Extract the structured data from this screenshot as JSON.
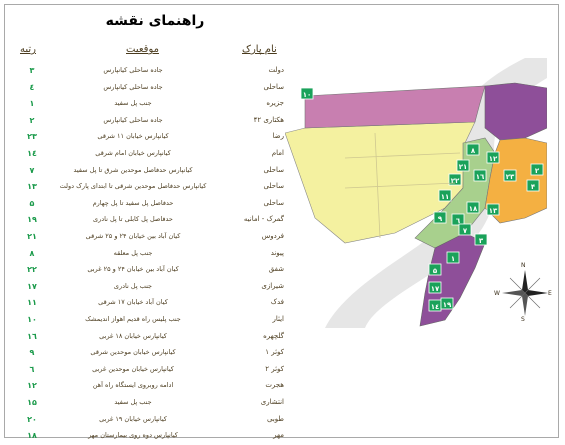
{
  "title": "راهنمای نقشه",
  "headers": {
    "rank": "رتبه",
    "location": "موقعیت",
    "park": "نام پارک"
  },
  "rows": [
    {
      "rank": "۳",
      "location": "جاده ساحلی کیانپارس",
      "park": "دولت"
    },
    {
      "rank": "٤",
      "location": "جاده ساحلی کیانپارس",
      "park": "ساحلی"
    },
    {
      "rank": "۱",
      "location": "جنب پل سفید",
      "park": "جزیره"
    },
    {
      "rank": "۲",
      "location": "جاده ساحلی کیانپارس",
      "park": "۴۲ هکتاری"
    },
    {
      "rank": "۲۳",
      "location": "کیانپارس خیابان ۱۱ شرقی",
      "park": "رضا"
    },
    {
      "rank": "۱٤",
      "location": "کیانپارس خیابان امام شرقی",
      "park": "امام"
    },
    {
      "rank": "۷",
      "location": "کیانپارس حدفاصل موحدین شرق تا پل سفید",
      "park": "ساحلی"
    },
    {
      "rank": "۱۳",
      "location": "کیانپارس حدفاصل موحدین شرقی تا ابتدای پارک دولت",
      "park": "ساحلی"
    },
    {
      "rank": "۵",
      "location": "حدفاصل پل سفید تا پل چهارم",
      "park": "ساحلی"
    },
    {
      "rank": "۱۹",
      "location": "حدفاصل پل کابلی تا پل نادری",
      "park": "گمرک - امانیه"
    },
    {
      "rank": "۲۱",
      "location": "کیان آباد بین خیابان ۲۴ و ۲۵ شرقی",
      "park": "فردوس"
    },
    {
      "rank": "۸",
      "location": "جنب پل معلقه",
      "park": "پیوند"
    },
    {
      "rank": "۲۲",
      "location": "کیان آباد بین خیابان ۲۴ و ۲۵ غربی",
      "park": "شفق"
    },
    {
      "rank": "۱۷",
      "location": "جنب پل نادری",
      "park": "شیرازی"
    },
    {
      "rank": "۱۱",
      "location": "کیان آباد خیابان ۱۷ شرقی",
      "park": "فدک"
    },
    {
      "rank": "۱۰",
      "location": "جنب پلیس راه قدیم اهواز اندیمشک",
      "park": "ایثار"
    },
    {
      "rank": "۱٦",
      "location": "کیانپارس خیابان ۱۸ غربی",
      "park": "گلچهره"
    },
    {
      "rank": "۹",
      "location": "کیانپارس خیابان موحدین شرقی",
      "park": "کوثر ۱"
    },
    {
      "rank": "٦",
      "location": "کیانپارس خیابان موحدین غربی",
      "park": "کوثر ۲"
    },
    {
      "rank": "۱۲",
      "location": "ادامه روبروی ایستگاه راه آهن",
      "park": "هجرت"
    },
    {
      "rank": "۱۵",
      "location": "جنب پل سفید",
      "park": "انتشاری"
    },
    {
      "rank": "۲۰",
      "location": "کیانپارس خیابان ۱۹ غربی",
      "park": "طوبی"
    },
    {
      "rank": "۱۸",
      "location": "کیانپارس دوه روی بیمارستان مهر",
      "park": "مهر"
    }
  ],
  "map": {
    "labels": [
      "۱۰",
      "۸",
      "۲۱",
      "۲۲",
      "۱۲",
      "۱٦",
      "۲۳",
      "۲",
      "۴",
      "۱۱",
      "۹",
      "٦",
      "۱۸",
      "۱۳",
      "۷",
      "۳",
      "۱",
      "۵",
      "۱۷",
      "۱٤",
      "۱۹"
    ],
    "colors": {
      "yellow": "#f4f1a0",
      "magenta": "#c87fb0",
      "purple": "#8e4f99",
      "green": "#a8d08d",
      "orange": "#f4b042",
      "river": "#e6e6e6",
      "marker": "#1aa25a"
    }
  },
  "compass": {
    "n": "N",
    "s": "S",
    "e": "E",
    "w": "W"
  }
}
